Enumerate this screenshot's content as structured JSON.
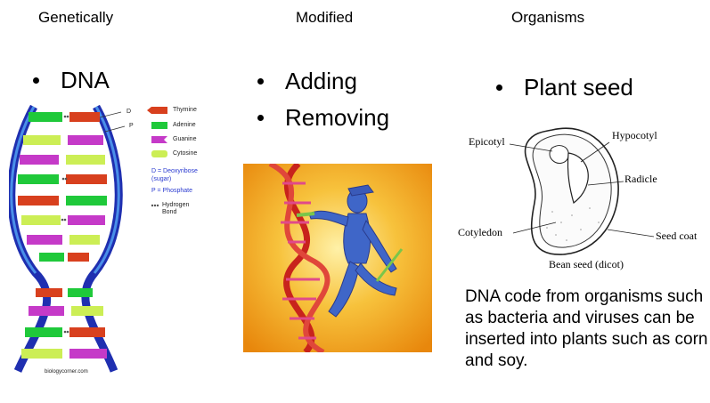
{
  "headings": {
    "left": "Genetically",
    "center": "Modified",
    "right": "Organisms"
  },
  "bullets": {
    "left": [
      "DNA"
    ],
    "center": [
      "Adding",
      "Removing"
    ],
    "right": [
      "Plant seed"
    ]
  },
  "dna_legend": {
    "thymine": "Thymine",
    "adenine": "Adenine",
    "guanine": "Guanine",
    "cytosine": "Cytosine",
    "deoxyribose_1": "D = Deoxyribose",
    "deoxyribose_2": "(sugar)",
    "phosphate": "P = Phosphate",
    "hydrogen_1": "Hydrogen",
    "hydrogen_2": "Bond",
    "d_marker": "D",
    "p_marker": "P",
    "watermark": "biologycorner.com",
    "colors": {
      "thymine": "#d8401e",
      "adenine": "#1fc93a",
      "guanine": "#c53ac8",
      "cytosine": "#ccee55",
      "backbone": "#1f2fb0"
    }
  },
  "seed_labels": {
    "epicotyl": "Epicotyl",
    "hypocotyl": "Hypocotyl",
    "radicle": "Radicle",
    "cotyledon": "Cotyledon",
    "seed_coat": "Seed coat",
    "bean_seed": "Bean seed (dicot)"
  },
  "caption": "DNA code from organisms such as bacteria and viruses can be inserted into plants such as corn and soy."
}
